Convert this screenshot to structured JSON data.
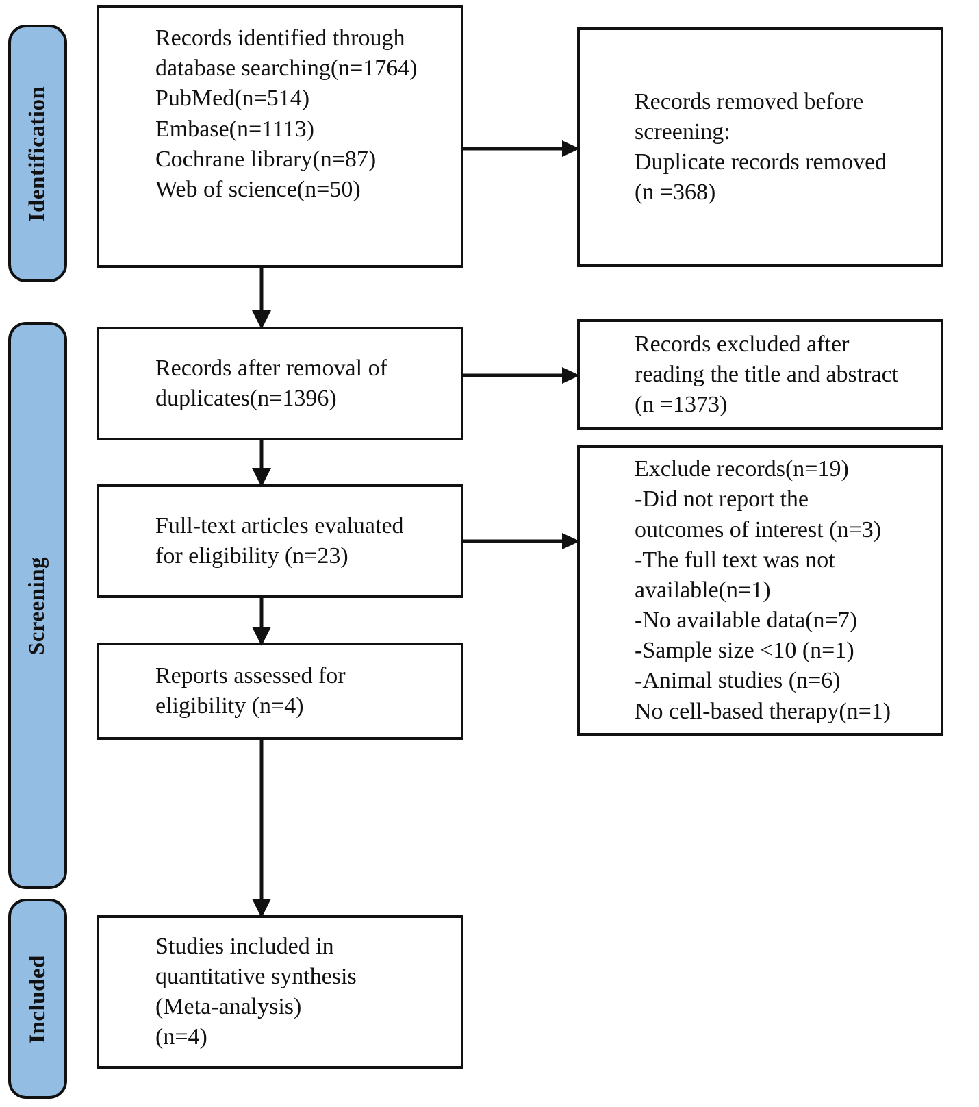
{
  "diagram": {
    "title": "PRISMA study selection flow diagram",
    "accent_color": "#94bde3",
    "line_color": "#111111",
    "background": "#ffffff"
  },
  "stages": [
    {
      "id": "identification",
      "label": "Identification"
    },
    {
      "id": "screening",
      "label": "Screening"
    },
    {
      "id": "included",
      "label": "Included"
    }
  ],
  "boxes": {
    "identified": {
      "text": "Records identified through\ndatabase searching(n=1764)\nPubMed(n=514)\nEmbase(n=1113)\nCochrane library(n=87)\nWeb of science(n=50)"
    },
    "removed_before_screening": {
      "text": "Records removed before\nscreening:\nDuplicate records removed\n(n =368)"
    },
    "after_duplicates": {
      "text": "Records after removal of\nduplicates(n=1396)"
    },
    "excluded_title_abstract": {
      "text": "Records excluded after\nreading the title and abstract\n(n =1373)"
    },
    "fulltext_evaluated": {
      "text": "Full-text articles evaluated\nfor eligibility (n=23)"
    },
    "excluded_fulltext": {
      "text": "Exclude records(n=19)\n-Did not report the\noutcomes of interest (n=3)\n-The full text was not\navailable(n=1)\n-No available data(n=7)\n-Sample size <10 (n=1)\n-Animal studies  (n=6)\nNo cell-based therapy(n=1)"
    },
    "reports_assessed": {
      "text": "Reports assessed for\neligibility (n=4)"
    },
    "studies_included": {
      "text": "Studies included in\nquantitative synthesis\n(Meta-analysis)\n(n=4)"
    }
  },
  "counts": {
    "records_identified_total": 1764,
    "pubmed": 514,
    "embase": 1113,
    "cochrane_library": 87,
    "web_of_science": 50,
    "duplicates_removed": 368,
    "records_after_duplicates": 1396,
    "excluded_title_abstract": 1373,
    "fulltext_evaluated": 23,
    "excluded_fulltext_total": 19,
    "excluded_no_outcomes": 3,
    "excluded_no_fulltext": 1,
    "excluded_no_data": 7,
    "excluded_small_sample": 1,
    "excluded_animal_studies": 6,
    "excluded_no_cell_therapy": 1,
    "reports_assessed": 4,
    "studies_included": 4
  }
}
